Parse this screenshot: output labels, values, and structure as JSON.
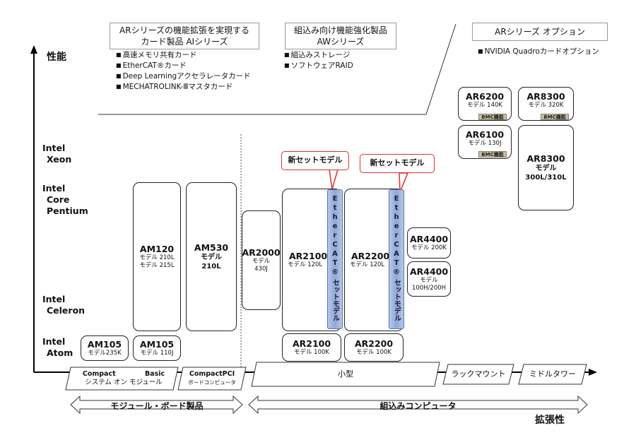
{
  "axis": {
    "y_label": "性能",
    "x_label": "拡張性"
  },
  "headers": {
    "ai": {
      "line1": "ARシリーズの機能拡張を実現する",
      "line2": "カード製品 AIシリーズ"
    },
    "aw": {
      "line1": "組込み向け機能強化製品",
      "line2": "AWシリーズ"
    },
    "opt": {
      "line1": "ARシリーズ オプション"
    }
  },
  "bullets": {
    "ai": [
      "高速メモリ共有カード",
      "EtherCAT®カード",
      "Deep Learningアクセラレータカード",
      "MECHATROLINK-Ⅲマスタカード"
    ],
    "aw": [
      "組込みストレージ",
      "ソフトウェアRAID"
    ],
    "opt": [
      "NVIDIA Quadroカードオプション"
    ]
  },
  "cpus": {
    "xeon": [
      "Intel",
      "Xeon"
    ],
    "core": [
      "Intel",
      "Core",
      "Pentium"
    ],
    "celeron": [
      "Intel",
      "Celeron"
    ],
    "atom": [
      "Intel",
      "Atom"
    ]
  },
  "products": {
    "am105a": {
      "name": "AM105",
      "model": "モデル235K"
    },
    "am105b": {
      "name": "AM105",
      "model": "モデル 110J"
    },
    "am120": {
      "name": "AM120",
      "model1": "モデル 210L",
      "model2": "モデル 215L"
    },
    "am530": {
      "name": "AM530",
      "model1": "モデル",
      "model2": "210L"
    },
    "ar2000": {
      "name": "AR2000",
      "model1": "モデル",
      "model2": "430J"
    },
    "ar2100": {
      "name": "AR2100",
      "model": "モデル 120L"
    },
    "ar2200": {
      "name": "AR2200",
      "model": "モデル 120L"
    },
    "ar2100s": {
      "name": "AR2100",
      "model": "モデル 100K"
    },
    "ar2200s": {
      "name": "AR2200",
      "model": "モデル 100K"
    },
    "ar4400a": {
      "name": "AR4400",
      "model": "モデル 200K"
    },
    "ar4400b": {
      "name": "AR4400",
      "model1": "モデル",
      "model2": "100H/200H"
    },
    "ar6200": {
      "name": "AR6200",
      "model": "モデル 140K",
      "badge": "BMC機能"
    },
    "ar8300a": {
      "name": "AR8300",
      "model": "モデル 320K",
      "badge": "BMC機能"
    },
    "ar6100": {
      "name": "AR6100",
      "model": "モデル 130J",
      "badge": "BMC機能"
    },
    "ar8300b": {
      "name": "AR8300",
      "model1": "モデル",
      "model2": "300L/310L"
    }
  },
  "callouts": {
    "left": "新セットモデル",
    "right": "新セットモデル"
  },
  "ethercat": {
    "chars": [
      "E",
      "t",
      "h",
      "e",
      "r",
      "C",
      "A",
      "T",
      "®"
    ],
    "suffix": "セットモデル"
  },
  "bands": {
    "compact": {
      "line1a": "Compact",
      "line1b": "Basic",
      "line2": "システム オン モジュール"
    },
    "cpci": {
      "line1": "CompactPCI",
      "line2": "ボードコンピュータ"
    },
    "small": "小型",
    "rack": "ラックマウント",
    "midi": "ミドルタワー"
  },
  "bottom": {
    "module": "モジュール・ボード製品",
    "embedded": "組込みコンピュータ"
  }
}
